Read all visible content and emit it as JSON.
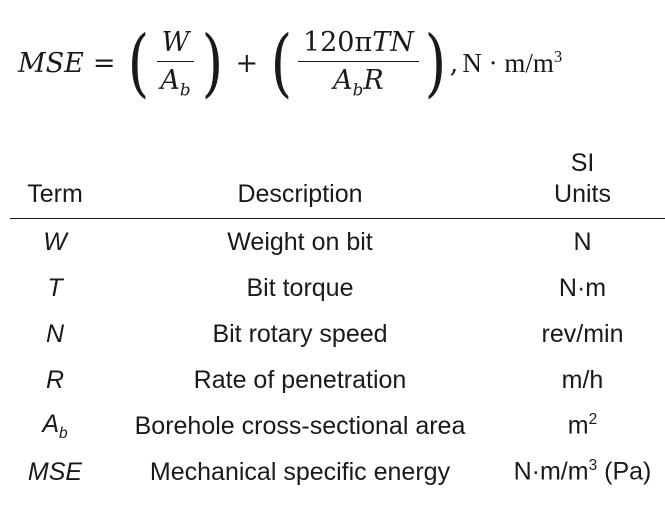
{
  "equation": {
    "lhs": "MSE",
    "equals": "=",
    "term1": {
      "numerator": "W",
      "denominator_base": "A",
      "denominator_sub": "b"
    },
    "plus": "+",
    "term2": {
      "numerator_coeff": "120π",
      "numerator_vars": "TN",
      "denominator_base": "A",
      "denominator_sub": "b",
      "denominator_tail": "R"
    },
    "comma": ",",
    "units_base": "N · m/m",
    "units_sup": "3"
  },
  "table": {
    "headers": {
      "term": "Term",
      "description": "Description",
      "units_line1": "SI",
      "units_line2": "Units"
    },
    "rows": [
      {
        "term": "W",
        "description": "Weight on bit",
        "units": "N"
      },
      {
        "term": "T",
        "description": "Bit torque",
        "units": "N·m"
      },
      {
        "term": "N",
        "description": "Bit rotary speed",
        "units": "rev/min"
      },
      {
        "term": "R",
        "description": "Rate of penetration",
        "units": "m/h"
      },
      {
        "term": "A",
        "term_sub": "b",
        "description": "Borehole cross-sectional area",
        "units": "m",
        "units_sup": "2"
      },
      {
        "term": "MSE",
        "description": "Mechanical specific energy",
        "units": "N·m/m",
        "units_sup": "3",
        "units_tail": " (Pa)"
      }
    ]
  }
}
